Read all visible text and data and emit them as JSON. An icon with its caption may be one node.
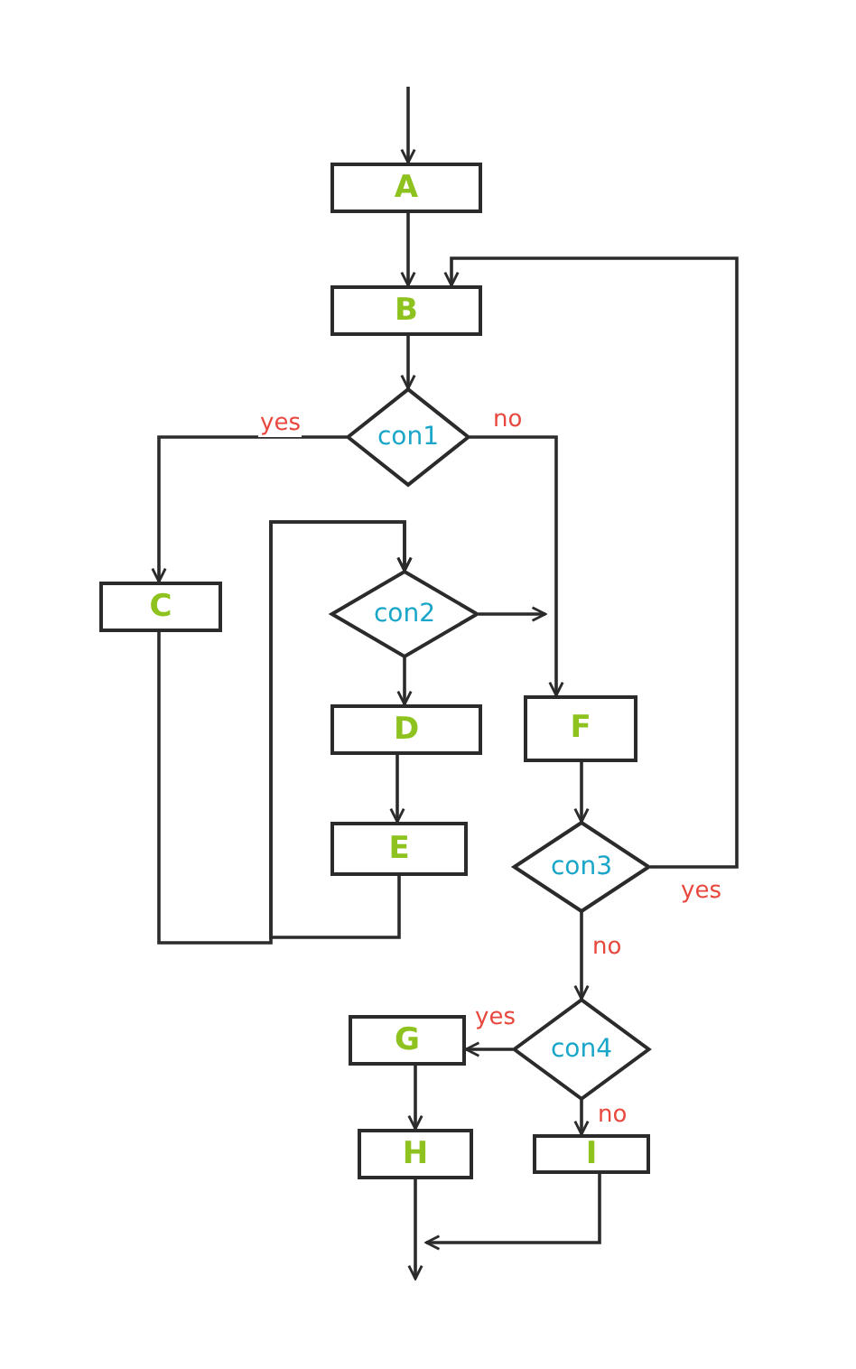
{
  "diagram": {
    "nodes": [
      {
        "text": [
          "A"
        ]
      },
      {
        "text": [
          "B"
        ]
      },
      {
        "text": [
          "con1"
        ]
      },
      {
        "text": [
          "C"
        ]
      },
      {
        "text": [
          "con2"
        ]
      },
      {
        "text": [
          "D"
        ]
      },
      {
        "text": [
          "E"
        ]
      },
      {
        "text": [
          "F"
        ]
      },
      {
        "text": [
          "con3"
        ]
      },
      {
        "text": [
          "con4"
        ]
      },
      {
        "text": [
          "G"
        ]
      },
      {
        "text": [
          "H"
        ]
      },
      {
        "text": [
          "I"
        ]
      }
    ],
    "edges": [
      {
        "from": null,
        "to": 0,
        "arrow": "to"
      },
      {
        "from": 0,
        "to": 1,
        "arrow": "to"
      },
      {
        "from": 1,
        "to": 2,
        "arrow": "to"
      },
      {
        "from": 2,
        "to": 3,
        "arrow": "to",
        "label": "yes"
      },
      {
        "from": 2,
        "to": 7,
        "arrow": "to",
        "label": "no"
      },
      {
        "from": 3,
        "to": 4,
        "arrow": "to"
      },
      {
        "from": 6,
        "to": 4,
        "arrow": "to"
      },
      {
        "from": 4,
        "to": null,
        "arrow": "to"
      },
      {
        "from": 4,
        "to": 5,
        "arrow": "to"
      },
      {
        "from": 5,
        "to": 6,
        "arrow": "to"
      },
      {
        "from": 7,
        "to": 8,
        "arrow": "to"
      },
      {
        "from": 8,
        "to": 1,
        "arrow": "to",
        "label": "yes"
      },
      {
        "from": 8,
        "to": 9,
        "arrow": "to",
        "label": "no"
      },
      {
        "from": 9,
        "to": 10,
        "arrow": "to",
        "label": "yes"
      },
      {
        "from": 9,
        "to": 12,
        "arrow": "to",
        "label": "no"
      },
      {
        "from": 10,
        "to": 11,
        "arrow": "to"
      },
      {
        "from": 11,
        "to": null,
        "arrow": "to"
      },
      {
        "from": 12,
        "to": null,
        "arrow": "to"
      }
    ]
  }
}
